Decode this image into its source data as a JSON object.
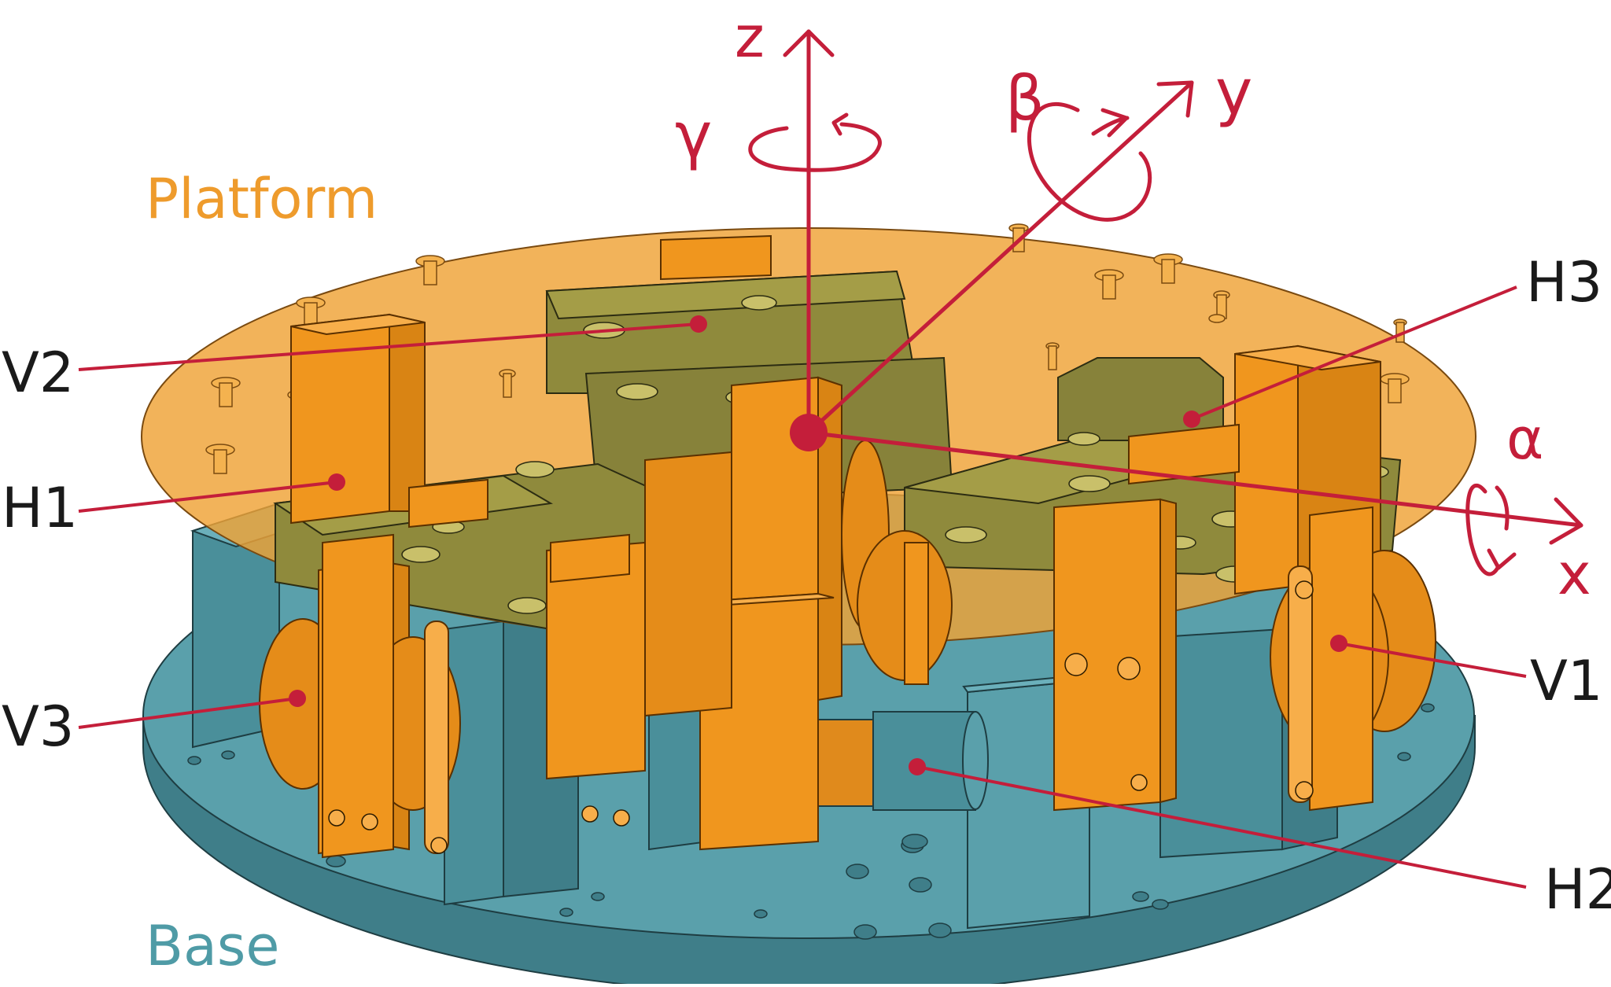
{
  "labels": {
    "platform": "Platform",
    "base": "Base",
    "v1": "V1",
    "v2": "V2",
    "v3": "V3",
    "h1": "H1",
    "h2": "H2",
    "h3": "H3"
  },
  "axes": {
    "x": "x",
    "y": "y",
    "z": "z",
    "alpha": "α",
    "beta": "β",
    "gamma": "γ"
  },
  "colors": {
    "platform": "#efa236",
    "base": "#5aa0ab",
    "actuator": "#f0961e",
    "accent": "#c41e3a",
    "label_dark": "#1a1a1a",
    "platform_label": "#ee9b2c",
    "base_label": "#4f9ba6"
  }
}
